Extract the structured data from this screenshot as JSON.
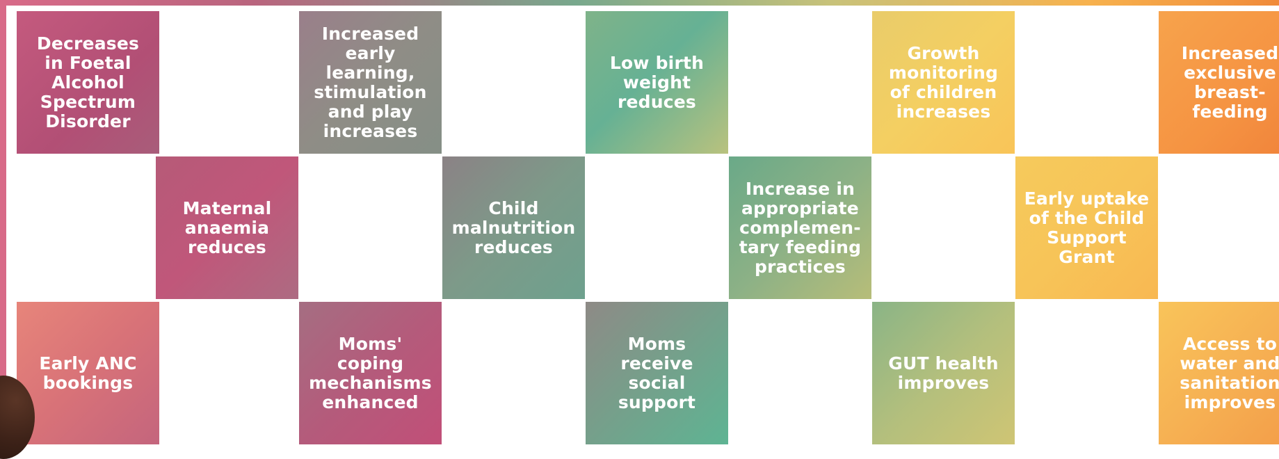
{
  "tiles": [
    {
      "id": "fasd",
      "text": "Decreases\nin Foetal\nAlcohol\nSpectrum\nDisorder"
    },
    {
      "id": "early_learning",
      "text": "Increased\nearly\nlearning,\nstimulation\nand play\nincreases"
    },
    {
      "id": "lbw",
      "text": "Low birth\nweight\nreduces"
    },
    {
      "id": "growth",
      "text": "Growth\nmonitoring\nof children\nincreases"
    },
    {
      "id": "breastfeeding",
      "text": "Increased\nexclusive\nbreast-\nfeeding"
    },
    {
      "id": "anaemia",
      "text": "Maternal\nanaemia\nreduces"
    },
    {
      "id": "malnutrition",
      "text": "Child\nmalnutrition\nreduces"
    },
    {
      "id": "complementary",
      "text": "Increase in\nappropriate\ncomplemen-\ntary feeding\npractices"
    },
    {
      "id": "csg",
      "text": "Early uptake\nof the Child\nSupport\nGrant"
    },
    {
      "id": "anc",
      "text": "Early ANC\nbookings"
    },
    {
      "id": "coping",
      "text": "Moms'\ncoping\nmechanisms\nenhanced"
    },
    {
      "id": "social",
      "text": "Moms\nreceive\nsocial\nsupport"
    },
    {
      "id": "gut",
      "text": "GUT health\nimproves"
    },
    {
      "id": "water",
      "text": "Access to\nwater and\nsanitation\nimproves"
    }
  ]
}
